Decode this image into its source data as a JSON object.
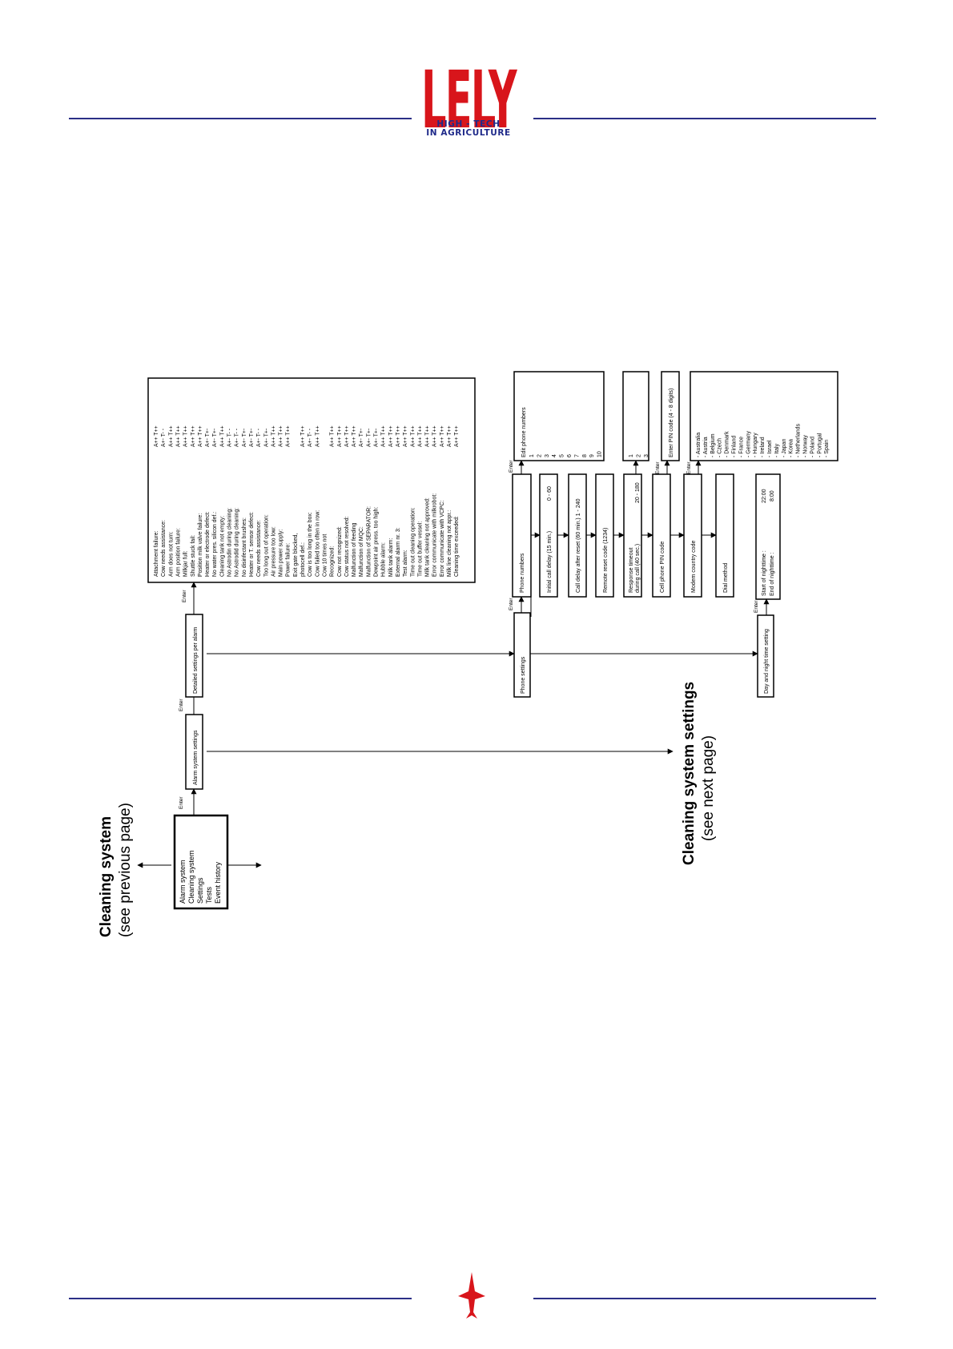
{
  "header": {
    "logo_text": "LELY",
    "tagline_line1": "HIGH - TECH",
    "tagline_line2": "IN AGRICULTURE",
    "brand_red": "#d8151b",
    "rule_blue": "#2b2f86"
  },
  "enter_label": "Enter",
  "main_menu": {
    "items": [
      "Alarm system",
      "Cleaning system",
      "Settings",
      "Tests",
      "Event history"
    ]
  },
  "refs": {
    "prev_title": "Cleaning system",
    "prev_sub": "(see previous page)",
    "next_title": "Cleaning system settings",
    "next_sub": "(see next page)"
  },
  "boxes": {
    "alarm_system_settings": "Alarm system settings",
    "detailed_settings": "Detailed settings per alarm",
    "phone_settings": "Phone settings",
    "day_night": "Day and night time setting",
    "phone_numbers": "Phone numbers",
    "initial_call_delay": "Initial call delay (15 min.)",
    "initial_call_range": "0 - 60",
    "call_delay_after_reset": "Call delay after reset (60 min.) 1 - 240",
    "remote_reset_code": "Remote reset code (1234)",
    "response_timeout_1": "Response timeout",
    "response_timeout_2": "during call (40 sec.)",
    "response_timeout_range": "20 - 180",
    "cell_phone_pin": "Cell phone PIN code",
    "modem_country": "Modem country code",
    "dial_method": "Dial method",
    "nighttime_start": "Start of nighttime :",
    "nighttime_start_val": "22:00",
    "nighttime_end": "End of nighttime :",
    "nighttime_end_val": "8:00",
    "edit_phone_title": "Edit phone numbers",
    "edit_phone_list": [
      "1",
      "2",
      "3",
      "4",
      "5",
      "6",
      "7",
      "8",
      "9",
      "10"
    ],
    "dial_method_list": [
      "1",
      "2",
      "3"
    ],
    "enter_pin": "Enter PIN code (4 - 8 digits)",
    "countries": [
      "- Australia",
      "- Austria",
      "- Belgium",
      "- Czech",
      "- Denmark",
      "- Finland",
      "- France",
      "- Germany",
      "- Hungary",
      "- Ireland",
      "- Israel",
      "- Italy",
      "- Japan",
      "- Korea",
      "- Netherlands",
      "- Norway",
      "- Poland",
      "- Portugal",
      "- Spain"
    ]
  },
  "alarms": [
    {
      "name": "Attachment failure:",
      "code": "A++ T++"
    },
    {
      "name": "Cow needs assistance:",
      "code": "A+- T- -"
    },
    {
      "name": "Arm does not turn:",
      "code": "A++ T++"
    },
    {
      "name": "Arm position failure:",
      "code": "A++ T++"
    },
    {
      "name": "Milkjar full:",
      "code": "A++ T++"
    },
    {
      "name": "Shuttle stuck fail:",
      "code": "A++ T++"
    },
    {
      "name": "Position milk valve failure:",
      "code": "A++ T++"
    },
    {
      "name": "Heater or electrode defect:",
      "code": "A+- T+-"
    },
    {
      "name": "No water pres. silicon def.:",
      "code": "A+- T+-"
    },
    {
      "name": "Cleaning tank not empty:",
      "code": "A++ T++"
    },
    {
      "name": "No Astrodin during cleaning:",
      "code": "A+- T- -"
    },
    {
      "name": "No Astrodid during cleaning:",
      "code": "A+- T- -"
    },
    {
      "name": "No disinfectant brushes:",
      "code": "A+- T+-"
    },
    {
      "name": "Heater or T. sensor defect:",
      "code": "A+- T+-"
    },
    {
      "name": "Cow needs assistance:",
      "code": "A+- T- -"
    },
    {
      "name": "Too long out of operation:",
      "code": "A+- T+-"
    },
    {
      "name": "Air pressure too low:",
      "code": "A++ T++"
    },
    {
      "name": "Main power supply:",
      "code": "A++ T++"
    },
    {
      "name": "Power failure:",
      "code": "A++ T++"
    },
    {
      "name": "Exit gate blocked,",
      "code": ""
    },
    {
      "name": "photocell def.:",
      "code": "A++ T++"
    },
    {
      "name": "Cow is too long in the box:",
      "code": "A+- T- -"
    },
    {
      "name": "Cow failed too often in row:",
      "code": "A++ T++"
    },
    {
      "name": "Cow 10 times not",
      "code": ""
    },
    {
      "name": "Recognized:",
      "code": "A++ T++"
    },
    {
      "name": "Cow not recognized:",
      "code": "A++ T++"
    },
    {
      "name": "Cow status not resolved:",
      "code": "A++ T++"
    },
    {
      "name": "Malfunction of feeding",
      "code": "A++ T++"
    },
    {
      "name": "Malfunction of MQC:",
      "code": "A+- T+-"
    },
    {
      "name": "Malfunction of SEPARATOR:",
      "code": "A+- T+-"
    },
    {
      "name": "Dewpoint air press. too high:",
      "code": "A+- T+-"
    },
    {
      "name": "Hubble alarm:",
      "code": "A++ T++"
    },
    {
      "name": "Milk tank alarm:",
      "code": "A++ T++"
    },
    {
      "name": "External alarm nr. 3:",
      "code": "A++ T++"
    },
    {
      "name": "Test alarm:",
      "code": "A++ T++"
    },
    {
      "name": "Time out cleaning operation:",
      "code": "A++ T++"
    },
    {
      "name": "Time out buffer vessel:",
      "code": "A++ T++"
    },
    {
      "name": "Milk tank cleaning not approved:",
      "code": "A++ T++"
    },
    {
      "name": "Error communicate with milkrobot:",
      "code": "A++ T++"
    },
    {
      "name": "Error communicate with VCPC:",
      "code": "A++ T++"
    },
    {
      "name": "Milk line cleaning not appr.:",
      "code": "A++ T++"
    },
    {
      "name": "Cleaning time exceeded:",
      "code": "A++ T++"
    }
  ]
}
